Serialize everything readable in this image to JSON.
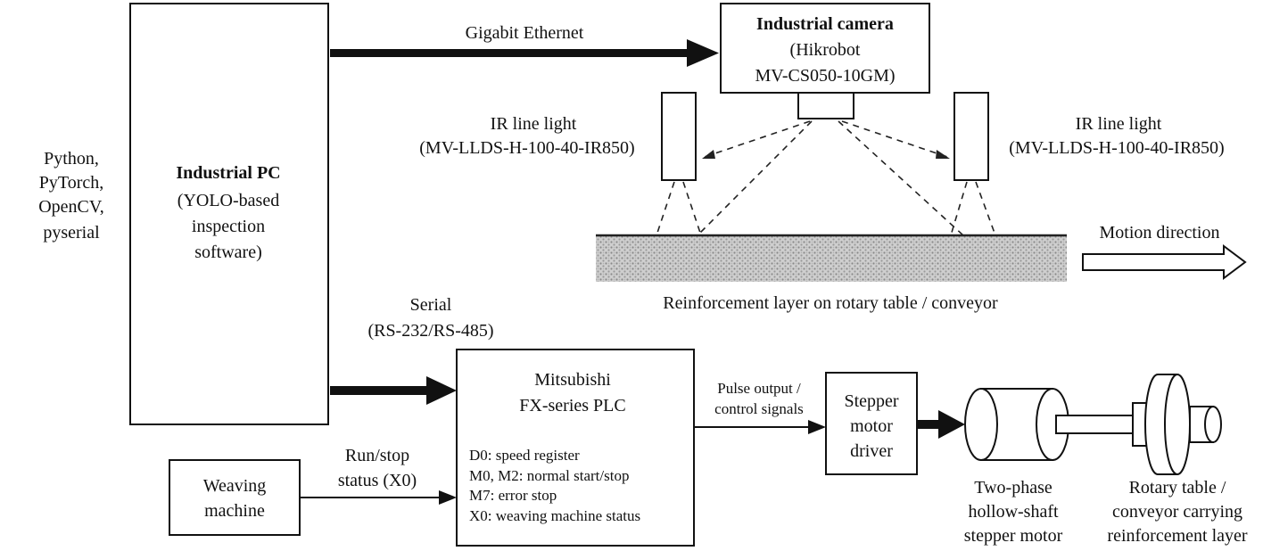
{
  "left_stack": {
    "lines": [
      "Python,",
      "PyTorch,",
      "OpenCV,",
      "pyserial"
    ]
  },
  "industrial_pc": {
    "title": "Industrial PC",
    "lines": [
      "(YOLO-based",
      "inspection",
      "software)"
    ]
  },
  "gigabit_label": "Gigabit Ethernet",
  "camera": {
    "title": "Industrial camera",
    "lines": [
      "(Hikrobot",
      "MV-CS050-10GM)"
    ]
  },
  "ir_light_left": {
    "title": "IR line light",
    "model": "(MV-LLDS-H-100-40-IR850)"
  },
  "ir_light_right": {
    "title": "IR line light",
    "model": "(MV-LLDS-H-100-40-IR850)"
  },
  "motion_label": "Motion direction",
  "reinforcement_label": "Reinforcement layer on rotary table / conveyor",
  "serial_label": {
    "line1": "Serial",
    "line2": "(RS-232/RS-485)"
  },
  "plc": {
    "title1": "Mitsubishi",
    "title2": "FX-series PLC",
    "registers": [
      "D0: speed register",
      "M0, M2: normal start/stop",
      "M7: error stop",
      "X0: weaving machine status"
    ]
  },
  "pulse_label": {
    "line1": "Pulse output /",
    "line2": "control signals"
  },
  "stepper_driver": {
    "lines": [
      "Stepper",
      "motor",
      "driver"
    ]
  },
  "weaving_machine": {
    "lines": [
      "Weaving",
      "machine"
    ]
  },
  "run_stop_label": {
    "line1": "Run/stop",
    "line2": "status (X0)"
  },
  "motor_label": {
    "lines": [
      "Two-phase",
      "hollow-shaft",
      "stepper motor"
    ]
  },
  "rotary_label": {
    "lines": [
      "Rotary table /",
      "conveyor carrying",
      "reinforcement layer"
    ]
  }
}
